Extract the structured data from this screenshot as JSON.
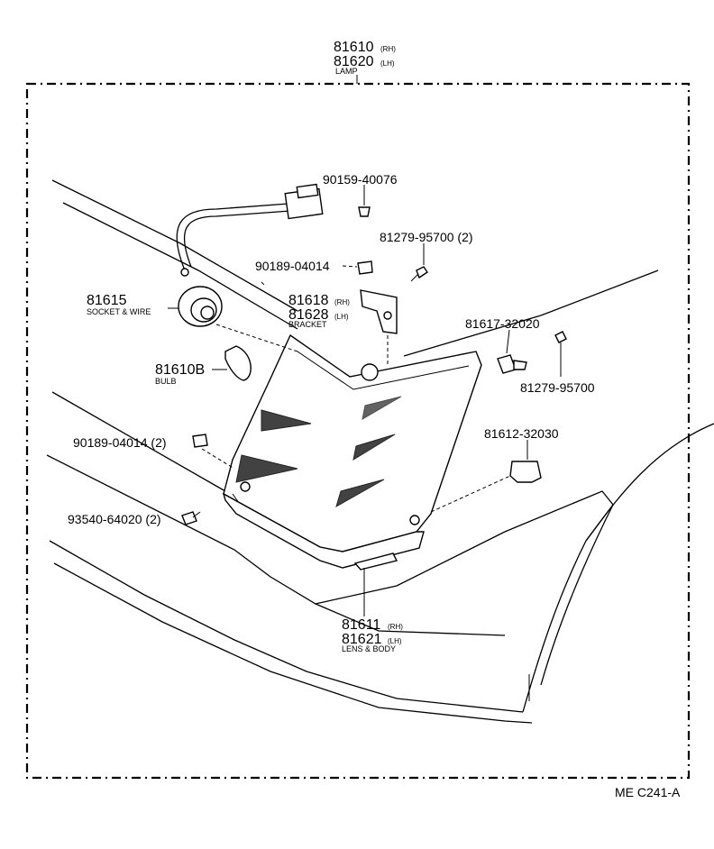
{
  "header": {
    "part_rh": "81610",
    "part_rh_suffix": "(RH)",
    "part_lh": "81620",
    "part_lh_suffix": "(LH)",
    "name": "LAMP"
  },
  "callouts": {
    "c1": "90159-40076",
    "c2": "81279-95700 (2)",
    "c3": "90189-04014",
    "c4_rh": "81618",
    "c4_rh_suffix": "(RH)",
    "c4_lh": "81628",
    "c4_lh_suffix": "(LH)",
    "c4_name": "BRACKET",
    "c5": "81615",
    "c5_name": "SOCKET & WIRE",
    "c6": "81617-32020",
    "c7": "81279-95700",
    "c8": "81610B",
    "c8_name": "BULB",
    "c9": "90189-04014 (2)",
    "c10": "81612-32030",
    "c11": "93540-64020 (2)",
    "c12_rh": "81611",
    "c12_rh_suffix": "(RH)",
    "c12_lh": "81621",
    "c12_lh_suffix": "(LH)",
    "c12_name": "LENS & BODY"
  },
  "footer": {
    "code": "ME C241-A"
  }
}
